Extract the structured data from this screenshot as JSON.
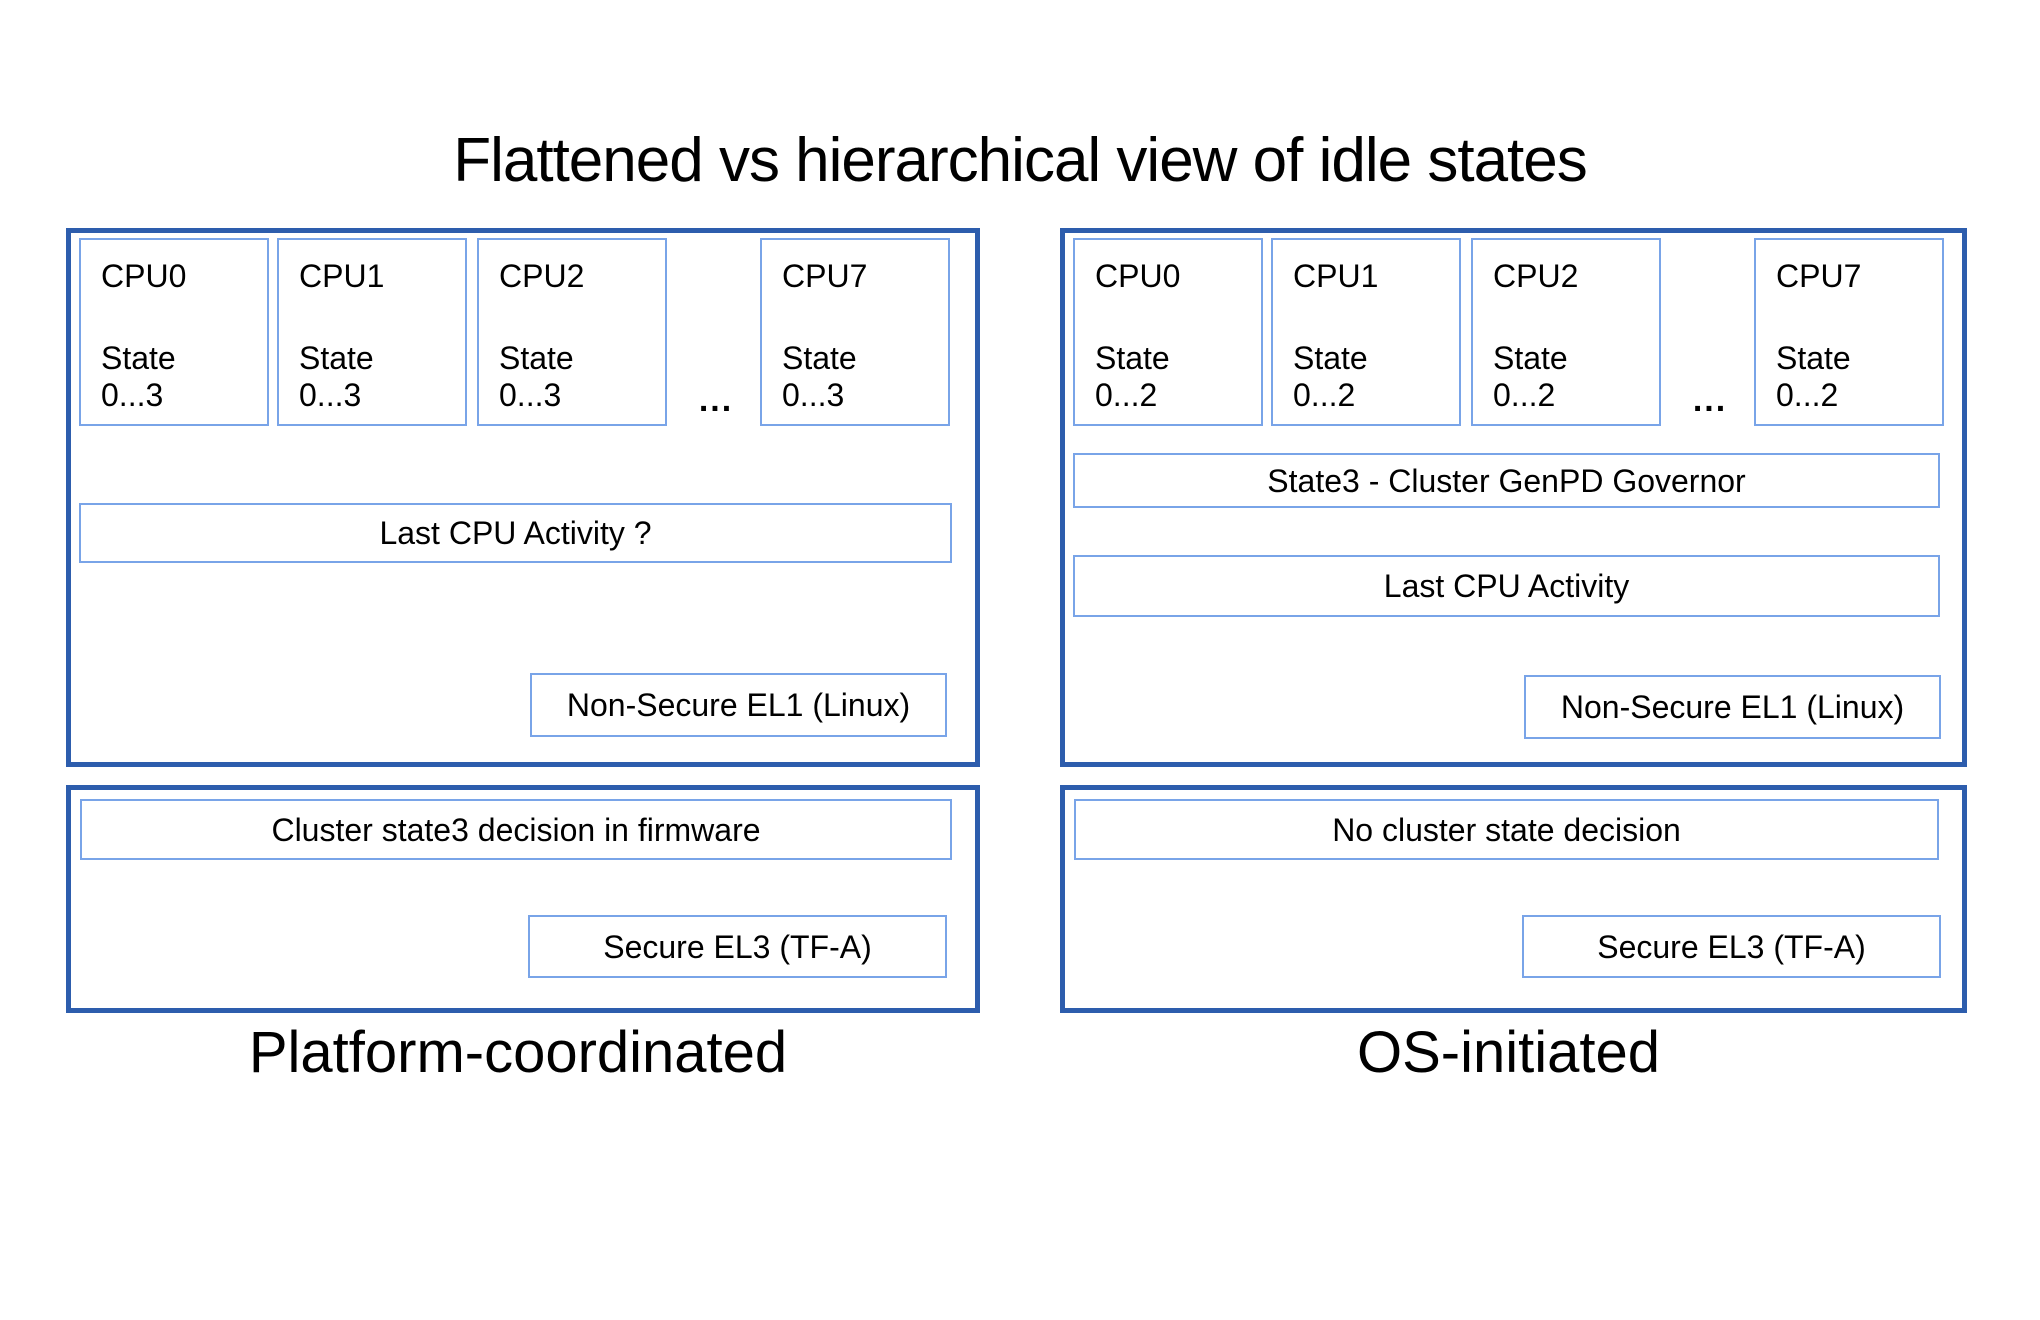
{
  "title": "Flattened vs hierarchical view of idle states",
  "colors": {
    "outer_border": "#2d5dad",
    "inner_border": "#79a4e8",
    "text": "#000000",
    "background": "#ffffff"
  },
  "left": {
    "label": "Platform-coordinated",
    "ellipsis": "...",
    "cpus": [
      {
        "name": "CPU0",
        "state": "State\n0...3"
      },
      {
        "name": "CPU1",
        "state": "State\n0...3"
      },
      {
        "name": "CPU2",
        "state": "State\n0...3"
      },
      {
        "name": "CPU7",
        "state": "State\n0...3"
      }
    ],
    "activity_box": "Last CPU Activity ?",
    "el1_box": "Non-Secure EL1 (Linux)",
    "firmware_box": "Cluster state3 decision in firmware",
    "el3_box": "Secure EL3 (TF-A)"
  },
  "right": {
    "label": "OS-initiated",
    "ellipsis": "...",
    "cpus": [
      {
        "name": "CPU0",
        "state": "State\n0...2"
      },
      {
        "name": "CPU1",
        "state": "State\n0...2"
      },
      {
        "name": "CPU2",
        "state": "State\n0...2"
      },
      {
        "name": "CPU7",
        "state": "State\n0...2"
      }
    ],
    "governor_box": "State3 - Cluster GenPD Governor",
    "activity_box": "Last CPU Activity",
    "el1_box": "Non-Secure EL1 (Linux)",
    "decision_box": "No cluster state decision",
    "el3_box": "Secure EL3 (TF-A)"
  }
}
